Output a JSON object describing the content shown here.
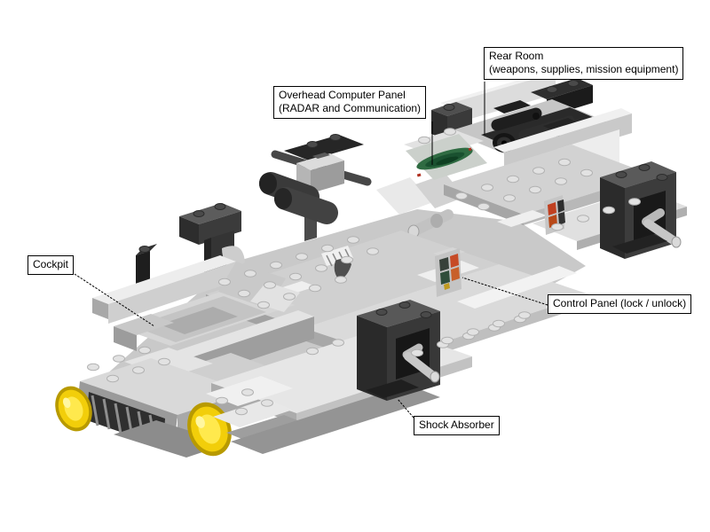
{
  "callouts": {
    "rear_room": {
      "lines": [
        "Rear Room",
        "(weapons, supplies, mission equipment)"
      ]
    },
    "overhead_computer": {
      "lines": [
        "Overhead Computer Panel",
        "(RADAR and Communication)"
      ]
    },
    "cockpit": {
      "lines": [
        "Cockpit"
      ]
    },
    "control_panel": {
      "lines": [
        "Control Panel (lock / unlock)"
      ]
    },
    "shock_absorber": {
      "lines": [
        "Shock Absorber"
      ]
    }
  },
  "colors": {
    "background": "#ffffff",
    "brick_light_gray": "#d4d4d4",
    "brick_dark_gray": "#3b3b3b",
    "brick_black": "#1f1f1f",
    "headlight_yellow": "#f2ce0a",
    "screen_green": "#1e5a33",
    "panel_red": "#c64a26",
    "callout_border": "#000000"
  }
}
